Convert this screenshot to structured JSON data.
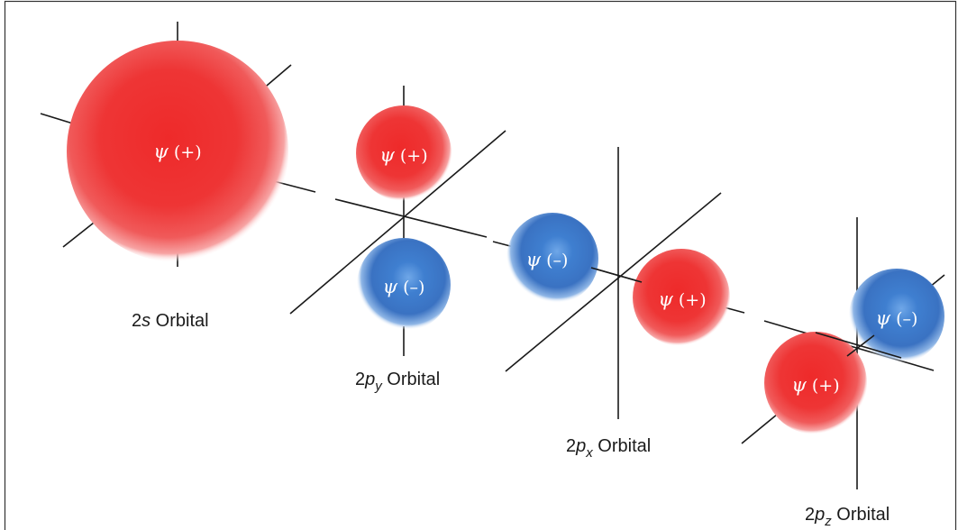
{
  "labels": {
    "s2": {
      "prefix": "2",
      "var": "s",
      "sub": "",
      "suffix": " Orbital"
    },
    "py": {
      "prefix": "2",
      "var": "p",
      "sub": "y",
      "suffix": " Orbital"
    },
    "px": {
      "prefix": "2",
      "var": "p",
      "sub": "x",
      "suffix": " Orbital"
    },
    "pz": {
      "prefix": "2",
      "var": "p",
      "sub": "z",
      "suffix": " Orbital"
    }
  },
  "lobes": {
    "psi_symbol": "ψ",
    "positive": "(+)",
    "negative": "(–)"
  },
  "colors": {
    "positive_lobe": "#ee2c2c",
    "negative_lobe": "#3a78c9",
    "axis_line": "#1a1a1a",
    "frame": "#333333"
  }
}
